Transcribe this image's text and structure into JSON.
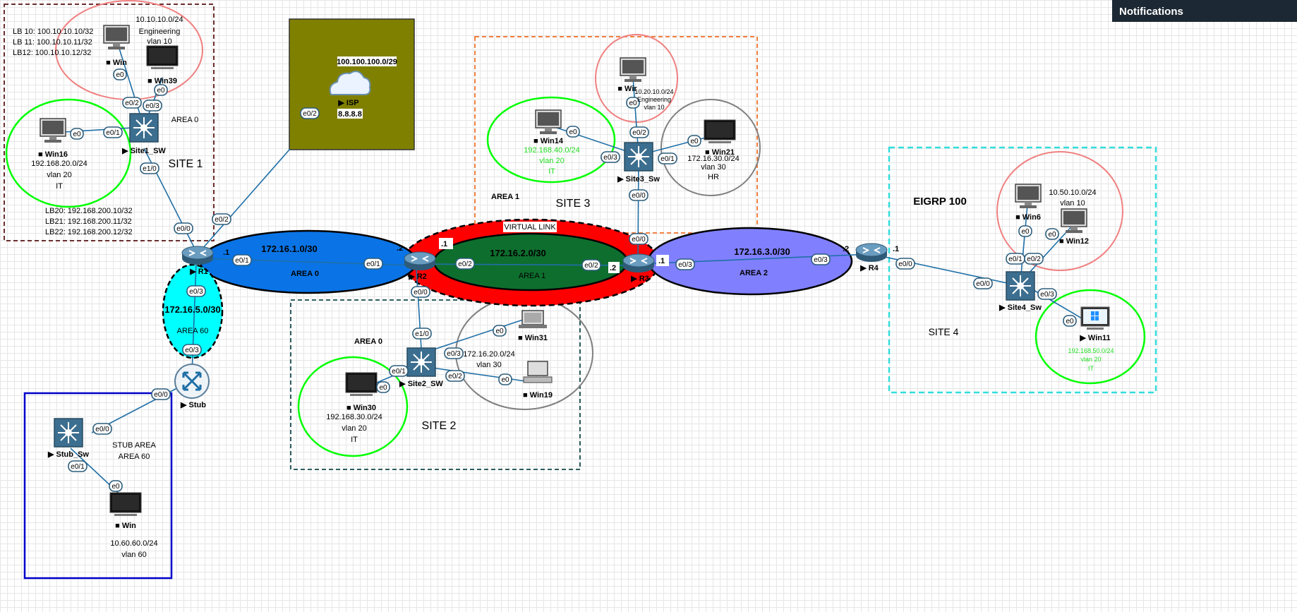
{
  "panel": {
    "title": "Notifications"
  },
  "diagram": {
    "areas": {
      "site1": "SITE 1",
      "site2": "SITE 2",
      "site3": "SITE 3",
      "site4": "SITE 4",
      "area0_s1": "AREA 0",
      "area0_s2": "AREA 0",
      "area1_s3": "AREA 1",
      "area0_link": "AREA 0",
      "area1_link": "AREA 1",
      "area2_link": "AREA 2",
      "area60_link": "AREA 60",
      "virtual_link": "VIRTUAL LINK",
      "eigrp": "EIGRP 100",
      "stub_area": "STUB AREA",
      "stub_area60": "AREA 60"
    },
    "networks": {
      "r1r2": "172.16.1.0/30",
      "r2r3": "172.16.2.0/30",
      "r3r4": "172.16.3.0/30",
      "r1stub": "172.16.5.0/30",
      "isp_net": "100.100.100.0/29",
      "isp_dns": "8.8.8.8"
    },
    "host_ids": {
      "r1_a": ".1",
      "r2_a": ".2",
      "r2_b": ".1",
      "r3_a": ".2",
      "r3_b": ".1",
      "r4_a": ".2",
      "r4_b": ".1"
    },
    "site1_text": {
      "lb10": "LB 10: 100.10.10.10/32",
      "lb11": "LB 11: 100.10.10.11/32",
      "lb12": "LB12: 100.10.10.12/32",
      "eng_net": "10.10.10.0/24",
      "eng_name": "Engineering",
      "eng_vlan": "vlan 10",
      "it_net": "192.168.20.0/24",
      "it_vlan": "vlan 20",
      "it_name": "IT",
      "lb20": "LB20: 192.168.200.10/32",
      "lb21": "LB21: 192.168.200.11/32",
      "lb22": "LB22: 192.168.200.12/32"
    },
    "site2_text": {
      "hr_net": "172.16.20.0/24",
      "hr_vlan": "vlan 30",
      "it_net": "192.168.30.0/24",
      "it_vlan": "vlan 20",
      "it_name": "IT"
    },
    "site3_text": {
      "eng_net": "10.20.10.0/24",
      "eng_name": "Engineering",
      "eng_vlan": "vlan 10",
      "it_net": "192.168.40.0/24",
      "it_vlan": "vlan 20",
      "it_name": "IT",
      "hr_net": "172.16.30.0/24",
      "hr_vlan": "vlan 30",
      "hr_name": "HR"
    },
    "site4_text": {
      "eng_net": "10.50.10.0/24",
      "eng_vlan": "vlan 10",
      "it_net": "192.168.50.0/24",
      "it_vlan": "vlan 20",
      "it_name": "IT"
    },
    "stub_text": {
      "net": "10.60.60.0/24",
      "vlan": "vlan 60"
    },
    "nodes": {
      "r1": "R1",
      "r2": "R2",
      "r3": "R3",
      "r4": "R4",
      "stub": "Stub",
      "isp": "ISP",
      "site1_sw": "Site1_SW",
      "site2_sw": "Site2_SW",
      "site3_sw": "Site3_Sw",
      "site4_sw": "Site4_Sw",
      "stub_sw": "Stub_Sw",
      "win": "Win",
      "win39": "Win39",
      "win16": "Win16",
      "win30": "Win30",
      "win31": "Win31",
      "win19": "Win19",
      "win14": "Win14",
      "win_s3": "Wir",
      "win21": "Win21",
      "win6": "Win6",
      "win12": "Win12",
      "win11": "Win11",
      "win_stub": "Win"
    },
    "ports": {
      "e0": "e0",
      "e0_0": "e0/0",
      "e0_1": "e0/1",
      "e0_2": "e0/2",
      "e0_3": "e0/3",
      "e1_0": "e1/0"
    },
    "colors": {
      "area0_blue": "#0a74e6",
      "area1_green": "#0e6e2e",
      "area2_purple": "#8080ff",
      "virtual_red": "#ff0000",
      "area60_cyan": "#00ffff",
      "isp_olive": "#808000",
      "it_green": "#00ff00",
      "eng_red": "#f08080",
      "hr_gray": "#808080"
    }
  }
}
